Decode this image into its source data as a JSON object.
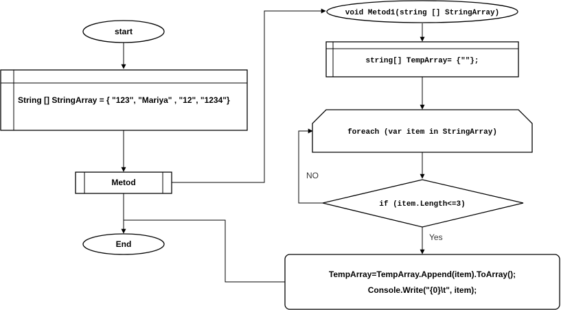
{
  "nodes": {
    "start": "start",
    "init_array": "String [] StringArray = { \"123\", \"Mariya\" , \"12\", \"1234\"}",
    "metod_call": "Metod",
    "end": "End",
    "method_sig": "void Metod1(string [] StringArray)",
    "temp_array": "string[] TempArray= {\"\"};",
    "foreach": "foreach (var item in StringArray)",
    "condition": "if (item.Length<=3)",
    "action_line1": "TempArray=TempArray.Append(item).ToArray();",
    "action_line2": "Console.Write(\"{0}\\t\", item);"
  },
  "edge_labels": {
    "no": "NO",
    "yes": "Yes"
  }
}
